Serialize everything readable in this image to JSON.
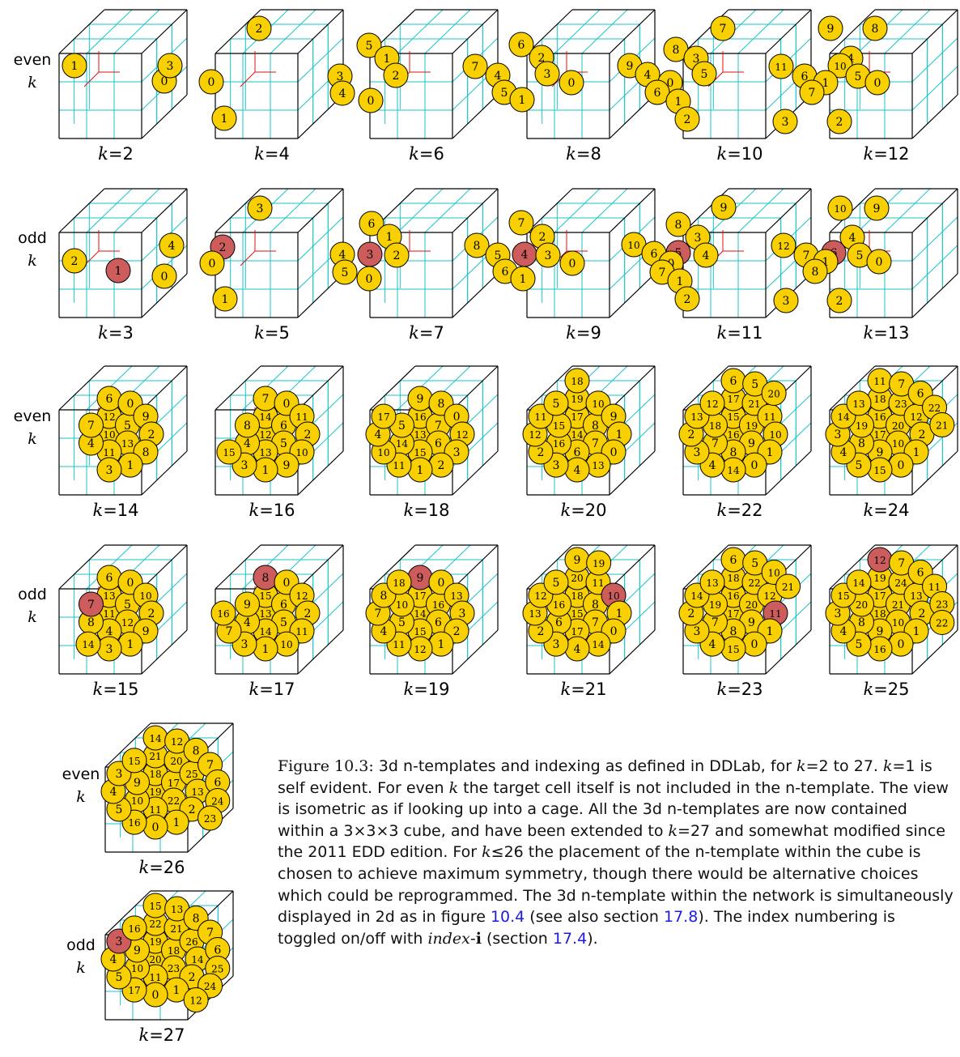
{
  "row_labels": [
    {
      "word": "even",
      "var": "k"
    },
    {
      "word": "odd",
      "var": "k"
    },
    {
      "word": "even",
      "var": "k"
    },
    {
      "word": "odd",
      "var": "k"
    },
    {
      "word": "even",
      "var": "k"
    },
    {
      "word": "odd",
      "var": "k"
    }
  ],
  "colors": {
    "ball": "#f8d000",
    "ball_stroke": "#000000",
    "target": "#cd5c5c",
    "grid": "#19c6c6",
    "axes": "#e01010",
    "edge": "#000000"
  },
  "templates": [
    {
      "k": 2,
      "label": "k=2",
      "parity": "even",
      "balls": [
        "1",
        "0"
      ]
    },
    {
      "k": 4,
      "label": "k=4",
      "parity": "even",
      "balls": [
        "2",
        "3",
        "0",
        "1"
      ]
    },
    {
      "k": 6,
      "label": "k=6",
      "parity": "even",
      "balls": [
        "5",
        "1",
        "3",
        "2",
        "4",
        "0"
      ]
    },
    {
      "k": 8,
      "label": "k=8",
      "parity": "even",
      "balls": [
        "6",
        "2",
        "7",
        "4",
        "3",
        "0",
        "5",
        "1"
      ]
    },
    {
      "k": 10,
      "label": "k=10",
      "parity": "even",
      "balls": [
        "7",
        "8",
        "3",
        "9",
        "5",
        "4",
        "0",
        "6",
        "1",
        "2"
      ]
    },
    {
      "k": 12,
      "label": "k=12",
      "parity": "even",
      "balls": [
        "9",
        "8",
        "4",
        "11",
        "10",
        "6",
        "5",
        "1",
        "7",
        "0",
        "3",
        "2"
      ]
    },
    {
      "k": 3,
      "label": "k=3",
      "parity": "odd",
      "target": "1",
      "balls": [
        "2",
        "1",
        "0"
      ]
    },
    {
      "k": 5,
      "label": "k=5",
      "parity": "odd",
      "target": "2",
      "balls": [
        "3",
        "4",
        "2",
        "0",
        "1"
      ]
    },
    {
      "k": 7,
      "label": "k=7",
      "parity": "odd",
      "target": "3",
      "balls": [
        "6",
        "1",
        "4",
        "3",
        "2",
        "5",
        "0"
      ]
    },
    {
      "k": 9,
      "label": "k=9",
      "parity": "odd",
      "target": "4",
      "balls": [
        "7",
        "2",
        "8",
        "5",
        "4",
        "3",
        "0",
        "6",
        "1"
      ]
    },
    {
      "k": 11,
      "label": "k=11",
      "parity": "odd",
      "target": "5",
      "balls": [
        "9",
        "8",
        "3",
        "10",
        "6",
        "5",
        "4",
        "0",
        "7",
        "1",
        "2"
      ]
    },
    {
      "k": 13,
      "label": "k=13",
      "parity": "odd",
      "target": "6",
      "balls": [
        "10",
        "9",
        "4",
        "12",
        "7",
        "6",
        "5",
        "1",
        "8",
        "0",
        "3",
        "2"
      ]
    },
    {
      "k": 14,
      "label": "k=14",
      "parity": "even",
      "balls": [
        "10",
        "12",
        "5",
        "13",
        "11",
        "4",
        "7",
        "6",
        "0",
        "9",
        "2",
        "8",
        "1",
        "3"
      ]
    },
    {
      "k": 16,
      "label": "k=16",
      "parity": "even",
      "balls": [
        "12",
        "14",
        "6",
        "5",
        "13",
        "4",
        "8",
        "7",
        "0",
        "11",
        "2",
        "10",
        "9",
        "1",
        "3",
        "15"
      ]
    },
    {
      "k": 18,
      "label": "k=18",
      "parity": "even",
      "balls": [
        "13",
        "16",
        "7",
        "6",
        "15",
        "14",
        "5",
        "9",
        "8",
        "0",
        "12",
        "3",
        "2",
        "1",
        "11",
        "10",
        "4",
        "17"
      ]
    },
    {
      "k": 20,
      "label": "k=20",
      "parity": "even",
      "balls": [
        "14",
        "17",
        "8",
        "7",
        "6",
        "16",
        "15",
        "19",
        "10",
        "9",
        "1",
        "0",
        "13",
        "4",
        "3",
        "2",
        "12",
        "11",
        "5",
        "18"
      ]
    },
    {
      "k": 22,
      "label": "k=22",
      "parity": "even",
      "balls": [
        "16",
        "15",
        "19",
        "9",
        "8",
        "7",
        "18",
        "17",
        "21",
        "11",
        "10",
        "1",
        "0",
        "14",
        "4",
        "3",
        "2",
        "13",
        "12",
        "6",
        "5",
        "20"
      ]
    },
    {
      "k": 24,
      "label": "k=24",
      "parity": "even",
      "balls": [
        "17",
        "16",
        "20",
        "10",
        "9",
        "8",
        "19",
        "18",
        "23",
        "12",
        "2",
        "1",
        "0",
        "15",
        "5",
        "4",
        "3",
        "14",
        "13",
        "11",
        "7",
        "6",
        "22",
        "21"
      ]
    },
    {
      "k": 15,
      "label": "k=15",
      "parity": "odd",
      "target": "7",
      "balls": [
        "11",
        "13",
        "5",
        "12",
        "4",
        "8",
        "7",
        "6",
        "0",
        "10",
        "2",
        "9",
        "1",
        "3",
        "14"
      ]
    },
    {
      "k": 17,
      "label": "k=17",
      "parity": "odd",
      "target": "8",
      "balls": [
        "13",
        "15",
        "6",
        "5",
        "14",
        "4",
        "9",
        "8",
        "0",
        "12",
        "2",
        "11",
        "10",
        "1",
        "3",
        "7",
        "16"
      ]
    },
    {
      "k": 19,
      "label": "k=19",
      "parity": "odd",
      "target": "9",
      "balls": [
        "14",
        "17",
        "16",
        "6",
        "15",
        "5",
        "10",
        "9",
        "0",
        "13",
        "3",
        "2",
        "1",
        "12",
        "11",
        "4",
        "7",
        "8",
        "18"
      ]
    },
    {
      "k": 21,
      "label": "k=21",
      "parity": "odd",
      "target": "10",
      "balls": [
        "15",
        "18",
        "8",
        "7",
        "17",
        "6",
        "16",
        "20",
        "11",
        "10",
        "1",
        "0",
        "14",
        "4",
        "3",
        "2",
        "13",
        "12",
        "5",
        "9",
        "19"
      ]
    },
    {
      "k": 23,
      "label": "k=23",
      "parity": "odd",
      "target": "11",
      "balls": [
        "17",
        "16",
        "20",
        "9",
        "8",
        "7",
        "19",
        "18",
        "22",
        "12",
        "11",
        "1",
        "0",
        "15",
        "4",
        "3",
        "2",
        "14",
        "13",
        "6",
        "5",
        "10",
        "21"
      ]
    },
    {
      "k": 25,
      "label": "k=25",
      "parity": "odd",
      "target": "12",
      "balls": [
        "18",
        "17",
        "21",
        "10",
        "9",
        "8",
        "20",
        "19",
        "24",
        "13",
        "2",
        "1",
        "0",
        "16",
        "5",
        "4",
        "3",
        "15",
        "14",
        "12",
        "7",
        "6",
        "11",
        "23",
        "22"
      ]
    },
    {
      "k": 26,
      "label": "k=26",
      "parity": "even",
      "balls": [
        "19",
        "18",
        "17",
        "22",
        "11",
        "10",
        "9",
        "21",
        "20",
        "25",
        "13",
        "2",
        "1",
        "0",
        "16",
        "5",
        "4",
        "3",
        "15",
        "14",
        "12",
        "8",
        "7",
        "6",
        "24",
        "23"
      ]
    },
    {
      "k": 27,
      "label": "k=27",
      "parity": "odd",
      "target": "3",
      "balls": [
        "20",
        "19",
        "18",
        "23",
        "11",
        "10",
        "9",
        "22",
        "21",
        "26",
        "14",
        "2",
        "1",
        "0",
        "17",
        "5",
        "4",
        "3",
        "16",
        "15",
        "13",
        "8",
        "7",
        "6",
        "25",
        "24",
        "12"
      ]
    }
  ],
  "caption": {
    "fig": "Figure 10.3:",
    "t1": " 3d n-templates and indexing as defined in DDLab, for ",
    "k1": "k",
    "t2": "=2 to 27.  ",
    "k2": "k",
    "t3": "=1 is self evident.  For even ",
    "k3": "k",
    "t4": " the target cell itself is not included in the n-template.  The view is isometric as if looking up into a cage.  All the 3d n-templates are now contained within a 3×3×3 cube, and have been extended to ",
    "k4": "k",
    "t5": "=27 and somewhat modified since the 2011 EDD edition.  For ",
    "k5": "k",
    "t6": "≤26 the placement of the n-template within the cube is chosen to achieve maximum symmetry, though there would be alternative choices which could be reprogrammed.  The 3d n-template within the network is simultaneously displayed in 2d as in figure ",
    "ref1": "10.4",
    "t7": " (see also section ",
    "ref2": "17.8",
    "t8": ").  The index numbering is toggled on/off with ",
    "ital_index": "index",
    "dash": "-",
    "bold_i": "i",
    "t9": " (section ",
    "ref3": "17.4",
    "t10": ")."
  }
}
